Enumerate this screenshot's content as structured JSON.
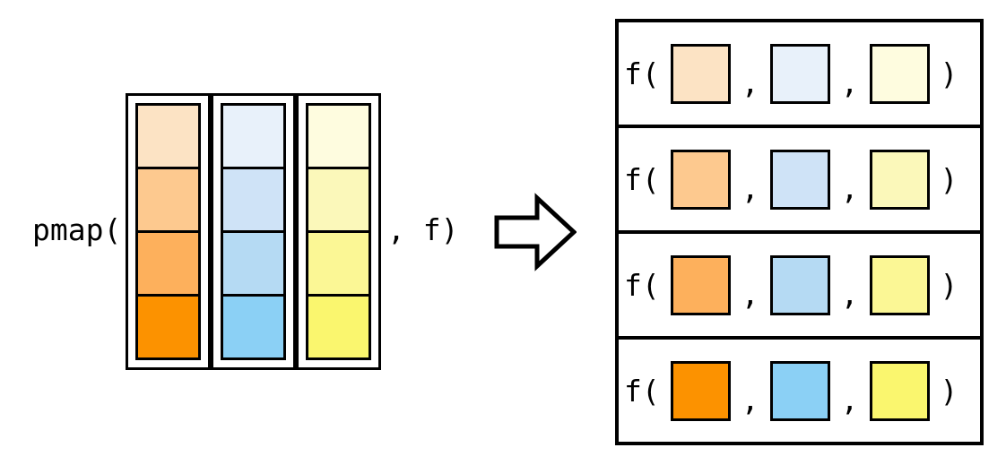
{
  "pmap_call": {
    "prefix": "pmap(",
    "suffix": ", f)"
  },
  "vectors": [
    {
      "name": "orange-vector",
      "cells": [
        "#FCE3C4",
        "#FDC98F",
        "#FDB05C",
        "#FC9200"
      ]
    },
    {
      "name": "blue-vector",
      "cells": [
        "#E8F1FA",
        "#CFE3F7",
        "#B5DAF3",
        "#8BD0F5"
      ]
    },
    {
      "name": "yellow-vector",
      "cells": [
        "#FEFCDF",
        "#FBF8BA",
        "#FBF795",
        "#FAF66E"
      ]
    }
  ],
  "arrow": {
    "meaning": "maps-to-arrow",
    "fill": "#FFFFFF",
    "stroke": "#000000"
  },
  "output": {
    "rows": [
      {
        "prefix": "f(",
        "comma1": ",",
        "comma2": ",",
        "suffix": ")",
        "args": [
          "#FCE3C4",
          "#E8F1FA",
          "#FEFCDF"
        ]
      },
      {
        "prefix": "f(",
        "comma1": ",",
        "comma2": ",",
        "suffix": ")",
        "args": [
          "#FDC98F",
          "#CFE3F7",
          "#FBF8BA"
        ]
      },
      {
        "prefix": "f(",
        "comma1": ",",
        "comma2": ",",
        "suffix": ")",
        "args": [
          "#FDB05C",
          "#B5DAF3",
          "#FBF795"
        ]
      },
      {
        "prefix": "f(",
        "comma1": ",",
        "comma2": ",",
        "suffix": ")",
        "args": [
          "#FC9200",
          "#8BD0F5",
          "#FAF66E"
        ]
      }
    ]
  },
  "colors": {
    "border": "#000000",
    "background": "#FFFFFF"
  }
}
